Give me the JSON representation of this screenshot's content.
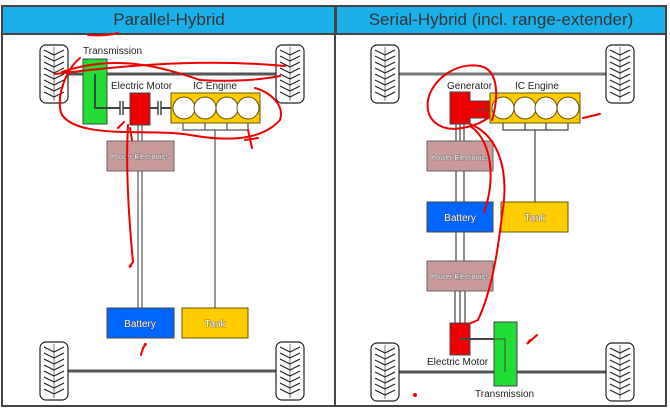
{
  "panels": [
    {
      "title": "Parallel-Hybrid",
      "labels": {
        "transmission": "Transmission",
        "electric_motor": "Electric Motor",
        "ic_engine": "IC Engine",
        "power_electronics": "Power Elecronics",
        "battery": "Battery",
        "tank": "Tank"
      }
    },
    {
      "title": "Serial-Hybrid (incl. range-extender)",
      "labels": {
        "generator": "Generator",
        "ic_engine": "IC Engine",
        "power_electronics_top": "Power Elecronics",
        "battery": "Battery",
        "tank": "Tank",
        "power_electronics_bottom": "Power Elecronics",
        "electric_motor": "Electric Motor",
        "transmission": "Transmission"
      }
    }
  ],
  "colors": {
    "header": "#1bb0ea",
    "transmission": "#22dd33",
    "motor": "#ee0000",
    "engine": "#ffcc00",
    "power_electronics": "#c99a9a",
    "battery": "#0066ff",
    "tank": "#ffcc00",
    "annotation": "#ee0000"
  }
}
